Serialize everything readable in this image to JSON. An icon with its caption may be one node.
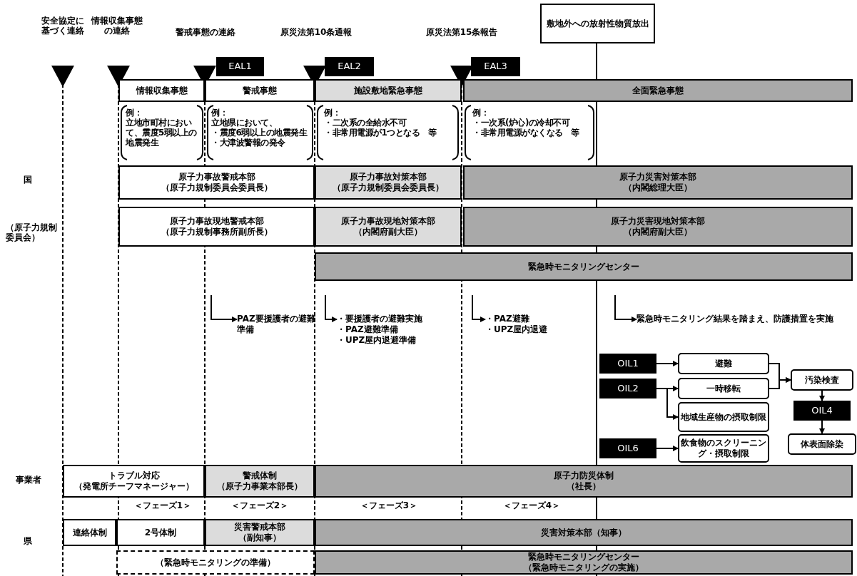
{
  "diagram": {
    "nodes": [
      {
        "text": [
          "敷地外への放射性物質放出"
        ]
      },
      {
        "text": [
          "EAL1"
        ]
      },
      {
        "text": [
          "EAL2"
        ]
      },
      {
        "text": [
          "EAL3"
        ]
      },
      {
        "text": [
          "情報収集事態"
        ]
      },
      {
        "text": [
          "警戒事態"
        ]
      },
      {
        "text": [
          "施設敷地緊急事態"
        ]
      },
      {
        "text": [
          "全面緊急事態"
        ]
      },
      {
        "text": [
          "原子力事故警戒本部",
          "（原子力規制委員会委員長）"
        ]
      },
      {
        "text": [
          "原子力事故対策本部",
          "（原子力規制委員会委員長）"
        ]
      },
      {
        "text": [
          "原子力災害対策本部",
          "（内閣総理大臣）"
        ]
      },
      {
        "text": [
          "原子力事故現地警戒本部",
          "（原子力規制事務所副所長）"
        ]
      },
      {
        "text": [
          "原子力事故現地対策本部",
          "（内閣府副大臣）"
        ]
      },
      {
        "text": [
          "原子力災害現地対策本部",
          "（内閣府副大臣）"
        ]
      },
      {
        "text": [
          "緊急時モニタリングセンター"
        ]
      },
      {
        "text": [
          "PAZ要援護者の避難準備"
        ]
      },
      {
        "text": [
          "・要援護者の避難実施",
          "・PAZ避難準備",
          "・UPZ屋内退避準備"
        ]
      },
      {
        "text": [
          "・PAZ避難",
          "・UPZ屋内退避"
        ]
      },
      {
        "text": [
          "緊急時モニタリング結果を踏まえ、防護措置を実施"
        ]
      },
      {
        "text": [
          "OIL1"
        ]
      },
      {
        "text": [
          "避難"
        ]
      },
      {
        "text": [
          "汚染検査"
        ]
      },
      {
        "text": [
          "OIL2"
        ]
      },
      {
        "text": [
          "一時移転"
        ]
      },
      {
        "text": [
          "地域生産物の摂取制限"
        ]
      },
      {
        "text": [
          "OIL4"
        ]
      },
      {
        "text": [
          "OIL6"
        ]
      },
      {
        "text": [
          "飲食物のスクリーニング・摂取制限"
        ]
      },
      {
        "text": [
          "体表面除染"
        ]
      },
      {
        "text": [
          "トラブル対応",
          "（発電所チーフマネージャー）"
        ]
      },
      {
        "text": [
          "警戒体制",
          "（原子力事業本部長）"
        ]
      },
      {
        "text": [
          "原子力防災体制",
          "（社長）"
        ]
      },
      {
        "text": [
          "連絡体制"
        ]
      },
      {
        "text": [
          "2号体制"
        ]
      },
      {
        "text": [
          "災害警戒本部",
          "（副知事）"
        ]
      },
      {
        "text": [
          "災害対策本部（知事）"
        ]
      },
      {
        "text": [
          "（緊急時モニタリングの準備）"
        ]
      },
      {
        "text": [
          "緊急時モニタリングセンター",
          "（緊急時モニタリングの実施）"
        ]
      }
    ],
    "edges": [
      {
        "from": null,
        "to": 15,
        "arrow": "to"
      },
      {
        "from": null,
        "to": 16,
        "arrow": "to"
      },
      {
        "from": null,
        "to": 17,
        "arrow": "to"
      },
      {
        "from": null,
        "to": 18,
        "arrow": "to"
      },
      {
        "from": 19,
        "to": 20,
        "arrow": "to"
      },
      {
        "from": 22,
        "to": 23,
        "arrow": "to"
      },
      {
        "from": 22,
        "to": 24,
        "arrow": "to"
      },
      {
        "from": 26,
        "to": 27,
        "arrow": "to"
      },
      {
        "from": 20,
        "to": 21,
        "arrow": "to"
      },
      {
        "from": 23,
        "to": 21,
        "arrow": "to"
      },
      {
        "from": 21,
        "to": 25,
        "arrow": "to"
      },
      {
        "from": 25,
        "to": 28,
        "arrow": "to"
      }
    ],
    "labels": [
      "安全協定に基づく連絡",
      "情報収集事態の連絡",
      "警戒事態の連絡",
      "原災法第10条通報",
      "原災法第15条報告",
      "例：",
      "立地市町村において、震度5弱以上の地震発生",
      "例：",
      "立地県において、",
      "・震度6弱以上の地震発生",
      "・大津波警報の発令",
      "例：",
      "・二次系の全給水不可",
      "・非常用電源が1つとなる　等",
      "例：",
      "・一次系(炉心)の冷却不可",
      "・非常用電源がなくなる　等",
      "国",
      "（原子力規制委員会）",
      "事業者",
      "＜フェーズ1＞",
      "＜フェーズ2＞",
      "＜フェーズ3＞",
      "＜フェーズ4＞",
      "県"
    ]
  }
}
